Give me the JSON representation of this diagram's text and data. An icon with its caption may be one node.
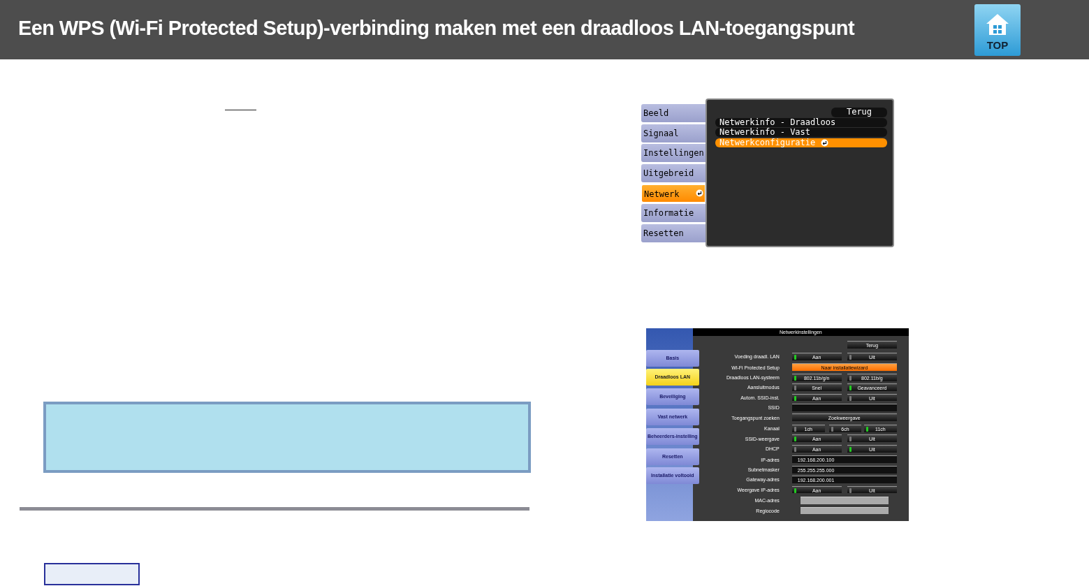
{
  "diagram": {
    "title": "Een WPS (Wi-Fi Protected Setup)-verbinding maken met een draadloos LAN-toegangspunt",
    "nodes": [
      {
        "text": [],
        "shape": "box"
      },
      {
        "text": [],
        "shape": "box"
      }
    ],
    "labels": [
      "TOP",
      "Beeld",
      "Signaal",
      "Instellingen",
      "Uitgebreid",
      "Netwerk",
      "Informatie",
      "Resetten",
      "Terug",
      "Netwerkinfo - Draadloos",
      "Netwerkinfo - Vast",
      "Netwerkconfiguratie",
      "Netwerkinstellingen",
      "Terug",
      "Basis",
      "Draadloos LAN",
      "Beveiliging",
      "Vast netwerk",
      "Beheerders-instelling",
      "Resetten",
      "Installatie voltooid",
      "Voeding draadl. LAN",
      "Aan",
      "Uit",
      "Wi-Fi Protected Setup",
      "Naar installatiewizard",
      "Draadloos LAN-systeem",
      "802.11b/g/n",
      "802.11b/g",
      "Aansluitmodus",
      "Snel",
      "Geavanceerd",
      "Autom. SSID-inst.",
      "Aan",
      "Uit",
      "SSID",
      "Toegangspunt zoeken",
      "Zoekweergave",
      "Kanaal",
      "1ch",
      "6ch",
      "11ch",
      "SSID-weergave",
      "Aan",
      "Uit",
      "DHCP",
      "Aan",
      "Uit",
      "IP-adres",
      "192.168.200.100",
      "Subnetmasker",
      "255.255.255.000",
      "Gateway-adres",
      "192.168.200.001",
      "Weergave IP-adres",
      "Aan",
      "Uit",
      "MAC-adres",
      "Regiocode"
    ]
  }
}
